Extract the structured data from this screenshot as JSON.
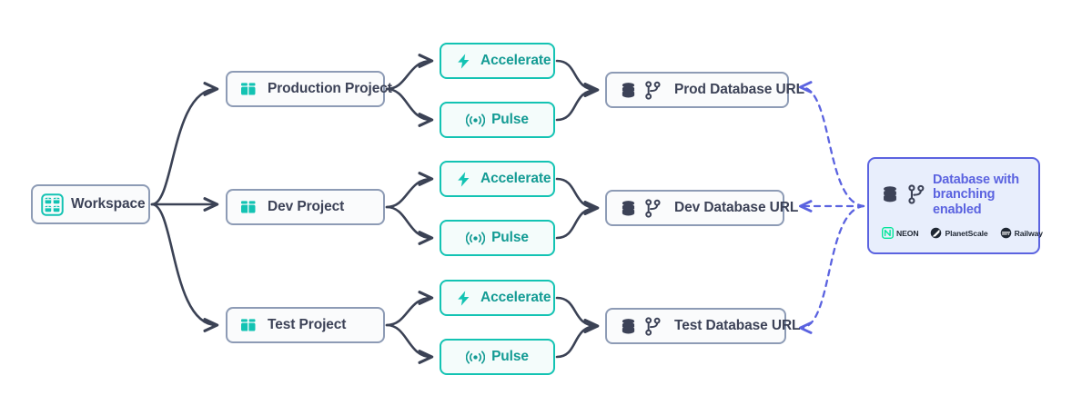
{
  "diagram": {
    "title": "Prisma workspace, projects, products and database URLs architecture",
    "colors": {
      "teal": "#13c3b3",
      "teal_text": "#139b94",
      "slate_border": "#8d9bb5",
      "slate_text": "#3c4257",
      "edge": "#3b4255",
      "accent_indigo": "#5b63e0",
      "callout_bg": "#e8eefc",
      "node_bg": "#fafbfc",
      "teal_node_bg": "#f4fcfb",
      "canvas_bg": "#ffffff"
    },
    "root": {
      "label": "Workspace",
      "icon": "workspace-grid-icon"
    },
    "projects": [
      {
        "label": "Production Project",
        "icon": "briefcase-icon"
      },
      {
        "label": "Dev Project",
        "icon": "briefcase-icon"
      },
      {
        "label": "Test Project",
        "icon": "briefcase-icon"
      }
    ],
    "products": [
      {
        "label": "Accelerate",
        "icon": "lightning-bolt-icon"
      },
      {
        "label": "Pulse",
        "icon": "signal-waves-icon"
      }
    ],
    "database_urls": [
      {
        "label": "Prod Database URL",
        "icons": [
          "database-icon",
          "branch-icon"
        ]
      },
      {
        "label": "Dev Database URL",
        "icons": [
          "database-icon",
          "branch-icon"
        ]
      },
      {
        "label": "Test Database URL",
        "icons": [
          "database-icon",
          "branch-icon"
        ]
      }
    ],
    "callout": {
      "title_line1": "Database with",
      "title_line2": "branching enabled",
      "icons": [
        "database-icon",
        "branch-icon"
      ],
      "providers": [
        {
          "name": "NEON",
          "logo": "neon-logo-icon"
        },
        {
          "name": "PlanetScale",
          "logo": "planetscale-logo-icon"
        },
        {
          "name": "Railway",
          "logo": "railway-logo-icon"
        }
      ]
    }
  }
}
